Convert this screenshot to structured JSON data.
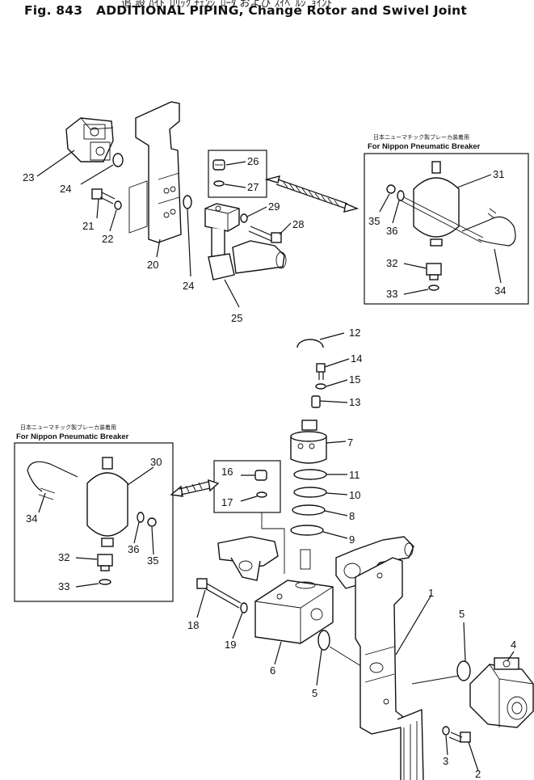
{
  "title": {
    "cutoff_text": "追  設   ﾊｲﾄﾞﾛﾘｯｸ ﾁｪﾝｼﾞﾛｰﾀ および ｽｲﾍﾞﾙｼﾞｮｲﾝﾄ",
    "figure": "Fig. 843",
    "heading": "ADDITIONAL PIPING, Change Rotor and Swivel Joint"
  },
  "boxes": {
    "top": {
      "jp": "日本ニューマチック製ブレーカ装着用",
      "en": "For Nippon Pneumatic Breaker"
    },
    "left": {
      "jp": "日本ニューマチック製ブレーカ装着用",
      "en": "For Nippon Pneumatic Breaker"
    }
  },
  "labels": {
    "n1": "1",
    "n2": "2",
    "n3": "3",
    "n4": "4",
    "n5a": "5",
    "n5b": "5",
    "n6": "6",
    "n7": "7",
    "n8": "8",
    "n9": "9",
    "n10": "10",
    "n11": "11",
    "n12": "12",
    "n13": "13",
    "n14": "14",
    "n15": "15",
    "n16": "16",
    "n17": "17",
    "n18": "18",
    "n19": "19",
    "n20": "20",
    "n21": "21",
    "n22": "22",
    "n23": "23",
    "n24a": "24",
    "n24b": "24",
    "n25": "25",
    "n26": "26",
    "n27": "27",
    "n28": "28",
    "n29": "29",
    "n30": "30",
    "n31": "31",
    "n32a": "32",
    "n32b": "32",
    "n33a": "33",
    "n33b": "33",
    "n34a": "34",
    "n34b": "34",
    "n35a": "35",
    "n35b": "35",
    "n36a": "36",
    "n36b": "36"
  }
}
